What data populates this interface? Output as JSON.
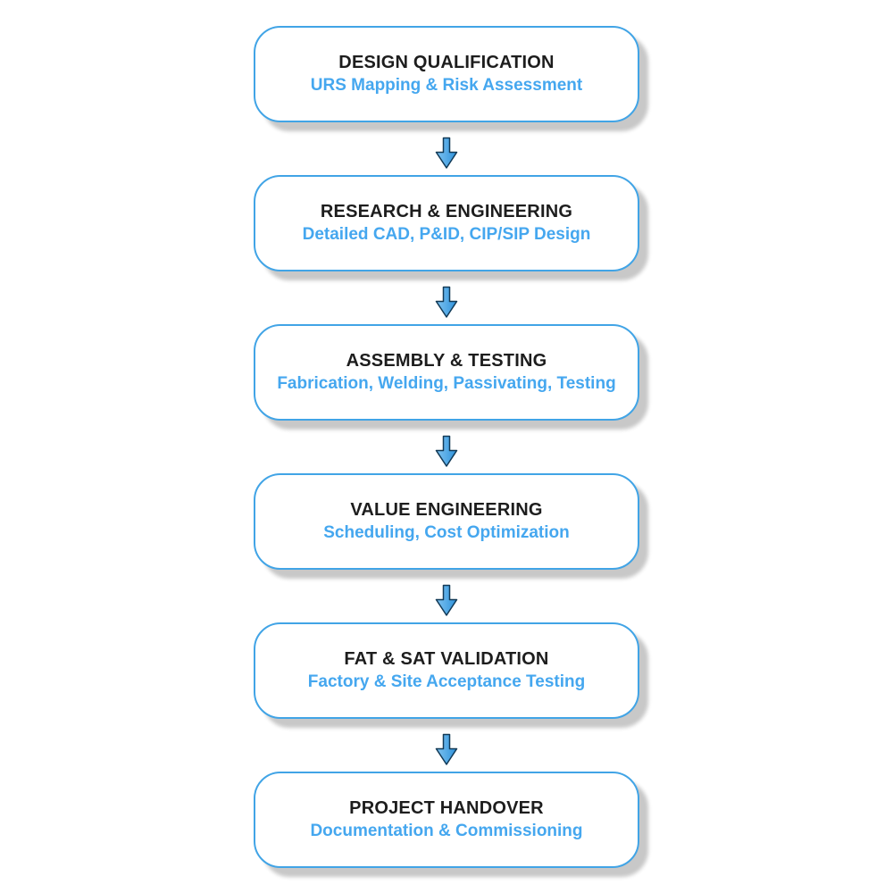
{
  "diagram": {
    "type": "vertical-process-flowchart",
    "step_count": 6
  },
  "steps": [
    {
      "title": "DESIGN QUALIFICATION",
      "subtitle": "URS Mapping & Risk Assessment"
    },
    {
      "title": "RESEARCH & ENGINEERING",
      "subtitle": "Detailed CAD, P&ID, CIP/SIP Design"
    },
    {
      "title": "ASSEMBLY & TESTING",
      "subtitle": "Fabrication, Welding, Passivating, Testing"
    },
    {
      "title": "VALUE ENGINEERING",
      "subtitle": "Scheduling, Cost Optimization"
    },
    {
      "title": "FAT & SAT VALIDATION",
      "subtitle": "Factory & Site Acceptance Testing"
    },
    {
      "title": "PROJECT HANDOVER",
      "subtitle": "Documentation & Commissioning"
    }
  ],
  "connector": {
    "icon": "down-arrow-icon",
    "count": 5
  },
  "colors": {
    "box_border": "#41a4e6",
    "box_fill": "#ffffff",
    "box_shadow": "#c8c8c8",
    "title_text": "#1d1d1d",
    "subtitle_text": "#45a7ef",
    "arrow_fill_light": "#7fc2f0",
    "arrow_fill_dark": "#2e93dc",
    "arrow_outline": "#123a57",
    "background": "#ffffff"
  }
}
